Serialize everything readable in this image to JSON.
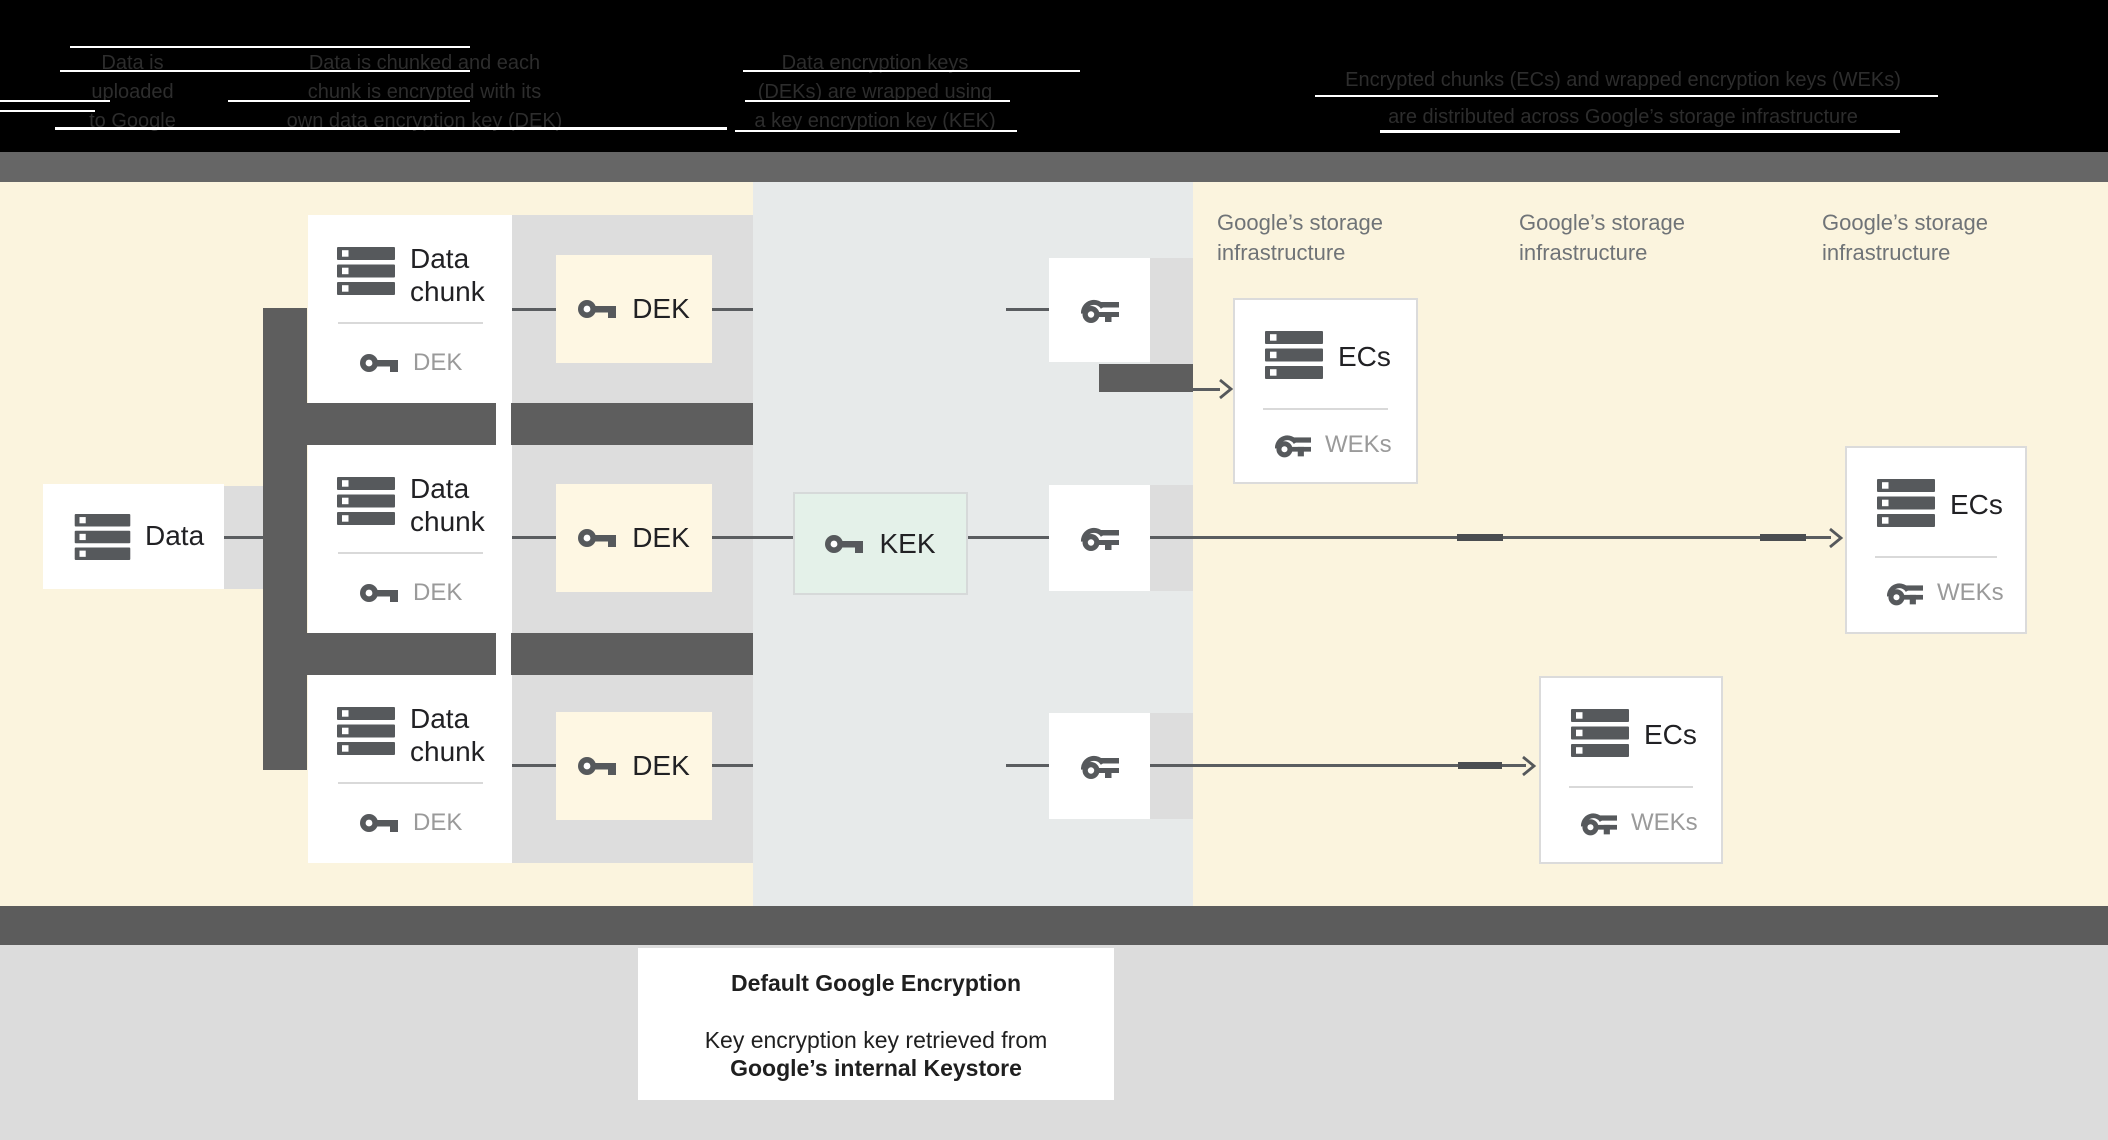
{
  "header": {
    "steps": [
      {
        "lines": [
          "Data is",
          "uploaded",
          "to Google"
        ]
      },
      {
        "lines": [
          "Data is chunked and each",
          "chunk is encrypted with its",
          "own data encryption key (DEK)"
        ]
      },
      {
        "lines": [
          "Data encryption keys",
          "(DEKs) are wrapped using",
          "a key encryption key (KEK)"
        ]
      },
      {
        "lines": [
          "Encrypted chunks (ECs) and wrapped encryption keys (WEKs)",
          "are distributed across Google’s storage infrastructure"
        ]
      }
    ]
  },
  "labels": {
    "data": "Data",
    "chunk_line1": "Data",
    "chunk_line2": "chunk",
    "dek_small": "DEK",
    "dek": "DEK",
    "kek": "KEK",
    "ecs": "ECs",
    "weks": "WEKs",
    "storage_line1": "Google’s storage",
    "storage_line2": "infrastructure"
  },
  "caption": {
    "title": "Default Google Encryption",
    "body_line1": "Key encryption key retrieved from",
    "body_line2": "Google’s internal Keystore"
  },
  "colors": {
    "cream_background": "#FBF4DE",
    "keystore_column": "#E7EAEA",
    "gray_band": "#DDDDDD",
    "dark_connector": "#5E5E5E",
    "top_strip": "#666666",
    "bottom_bar": "#5C5C5C",
    "footer_background": "#DCDCDC",
    "kek_box": "#E4F1E9",
    "dek_box": "#FEF7E3",
    "icon_gray": "#56595C",
    "text_dark": "#212124",
    "text_gray": "#9A9A9A",
    "storage_text": "#6F7377"
  }
}
